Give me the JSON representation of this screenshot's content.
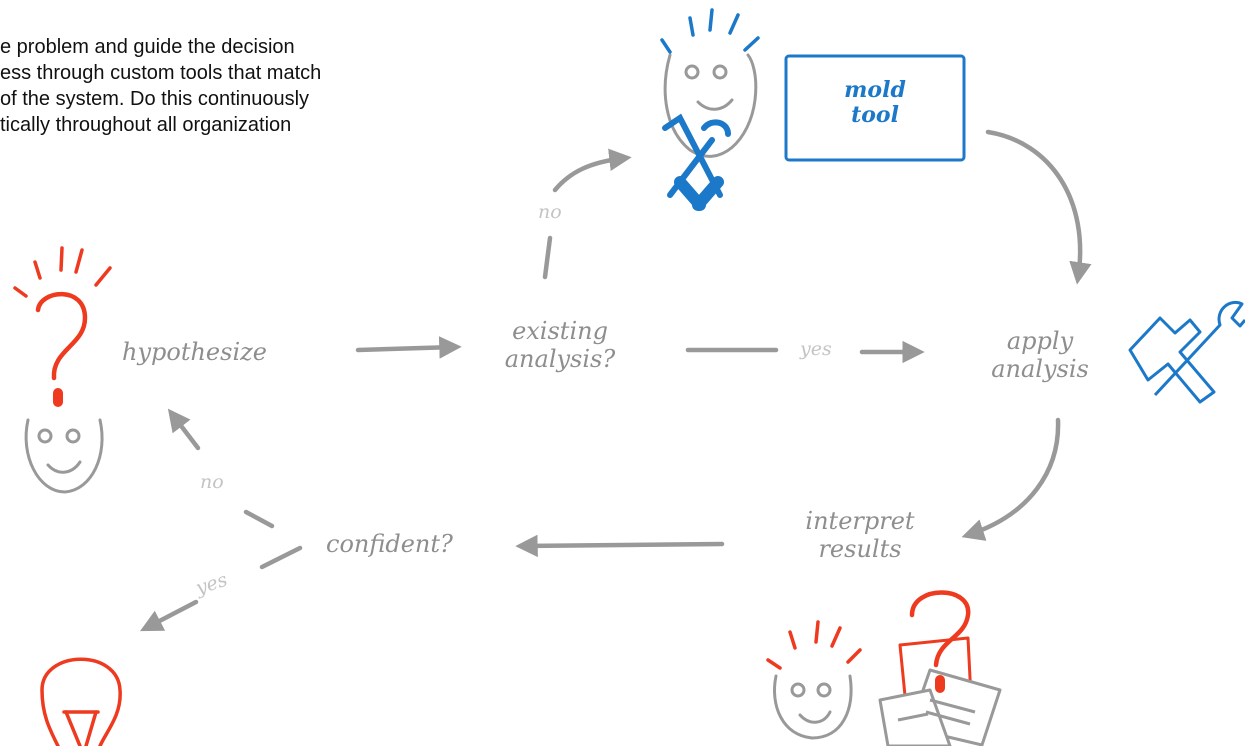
{
  "intro_lines": [
    "e problem and guide the decision",
    "ess through custom tools that match",
    "of the system. Do this continuously",
    "tically throughout all organization"
  ],
  "nodes": {
    "hypothesize": "hypothesize",
    "existing_line1": "existing",
    "existing_line2": "analysis?",
    "apply_line1": "apply",
    "apply_line2": "analysis",
    "interpret_line1": "interpret",
    "interpret_line2": "results",
    "confident": "confident?",
    "mold_line1": "mold",
    "mold_line2": "tool"
  },
  "edges": {
    "existing_no": "no",
    "existing_yes": "yes",
    "confident_no": "no",
    "confident_yes": "yes"
  },
  "colors": {
    "red": "#ee3a1f",
    "blue": "#1c78c8",
    "gray_arrow": "#999999",
    "face": "#999999"
  },
  "icons": [
    "question-mark-icon",
    "idea-face-icon",
    "lightbulb-icon",
    "tools-icon",
    "documents-icon"
  ]
}
